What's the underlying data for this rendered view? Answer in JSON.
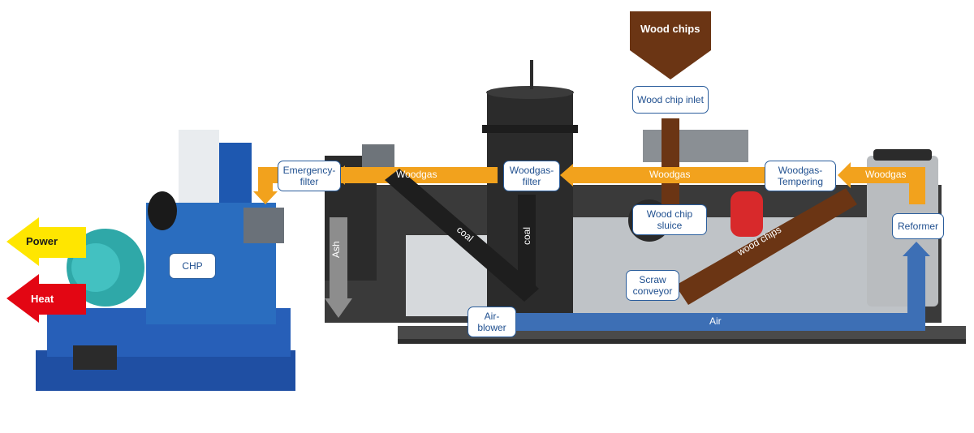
{
  "colors": {
    "woodgas": "#f2a21d",
    "wood_chips": "#6b3514",
    "coal": "#1e1e1e",
    "air": "#3d6fb5",
    "ash": "#8d8d8d",
    "power": "#ffe600",
    "heat": "#e30613",
    "label_border": "#2a5d9c",
    "label_text": "#1f4f8f"
  },
  "inputs": {
    "wood_chips": "Wood chips"
  },
  "outputs": {
    "power": "Power",
    "heat": "Heat"
  },
  "flows": {
    "woodgas_left": "Woodgas",
    "woodgas_mid": "Woodgas",
    "woodgas_right": "Woodgas",
    "air": "Air",
    "ash": "Ash",
    "coal_1": "coal",
    "coal_2": "coal",
    "wood_chips_conveyor": "wood chips"
  },
  "components": {
    "wood_chip_inlet": "Wood chip inlet",
    "emergency_filter": "Emergency-\nfilter",
    "woodgas_filter": "Woodgas-\nfilter",
    "woodgas_tempering": "Woodgas-\nTempering",
    "wood_chip_sluice": "Wood chip\nsluice",
    "reformer": "Reformer",
    "chp": "CHP",
    "screw_conveyor": "Scraw\nconveyor",
    "air_blower": "Air-\nblower"
  }
}
